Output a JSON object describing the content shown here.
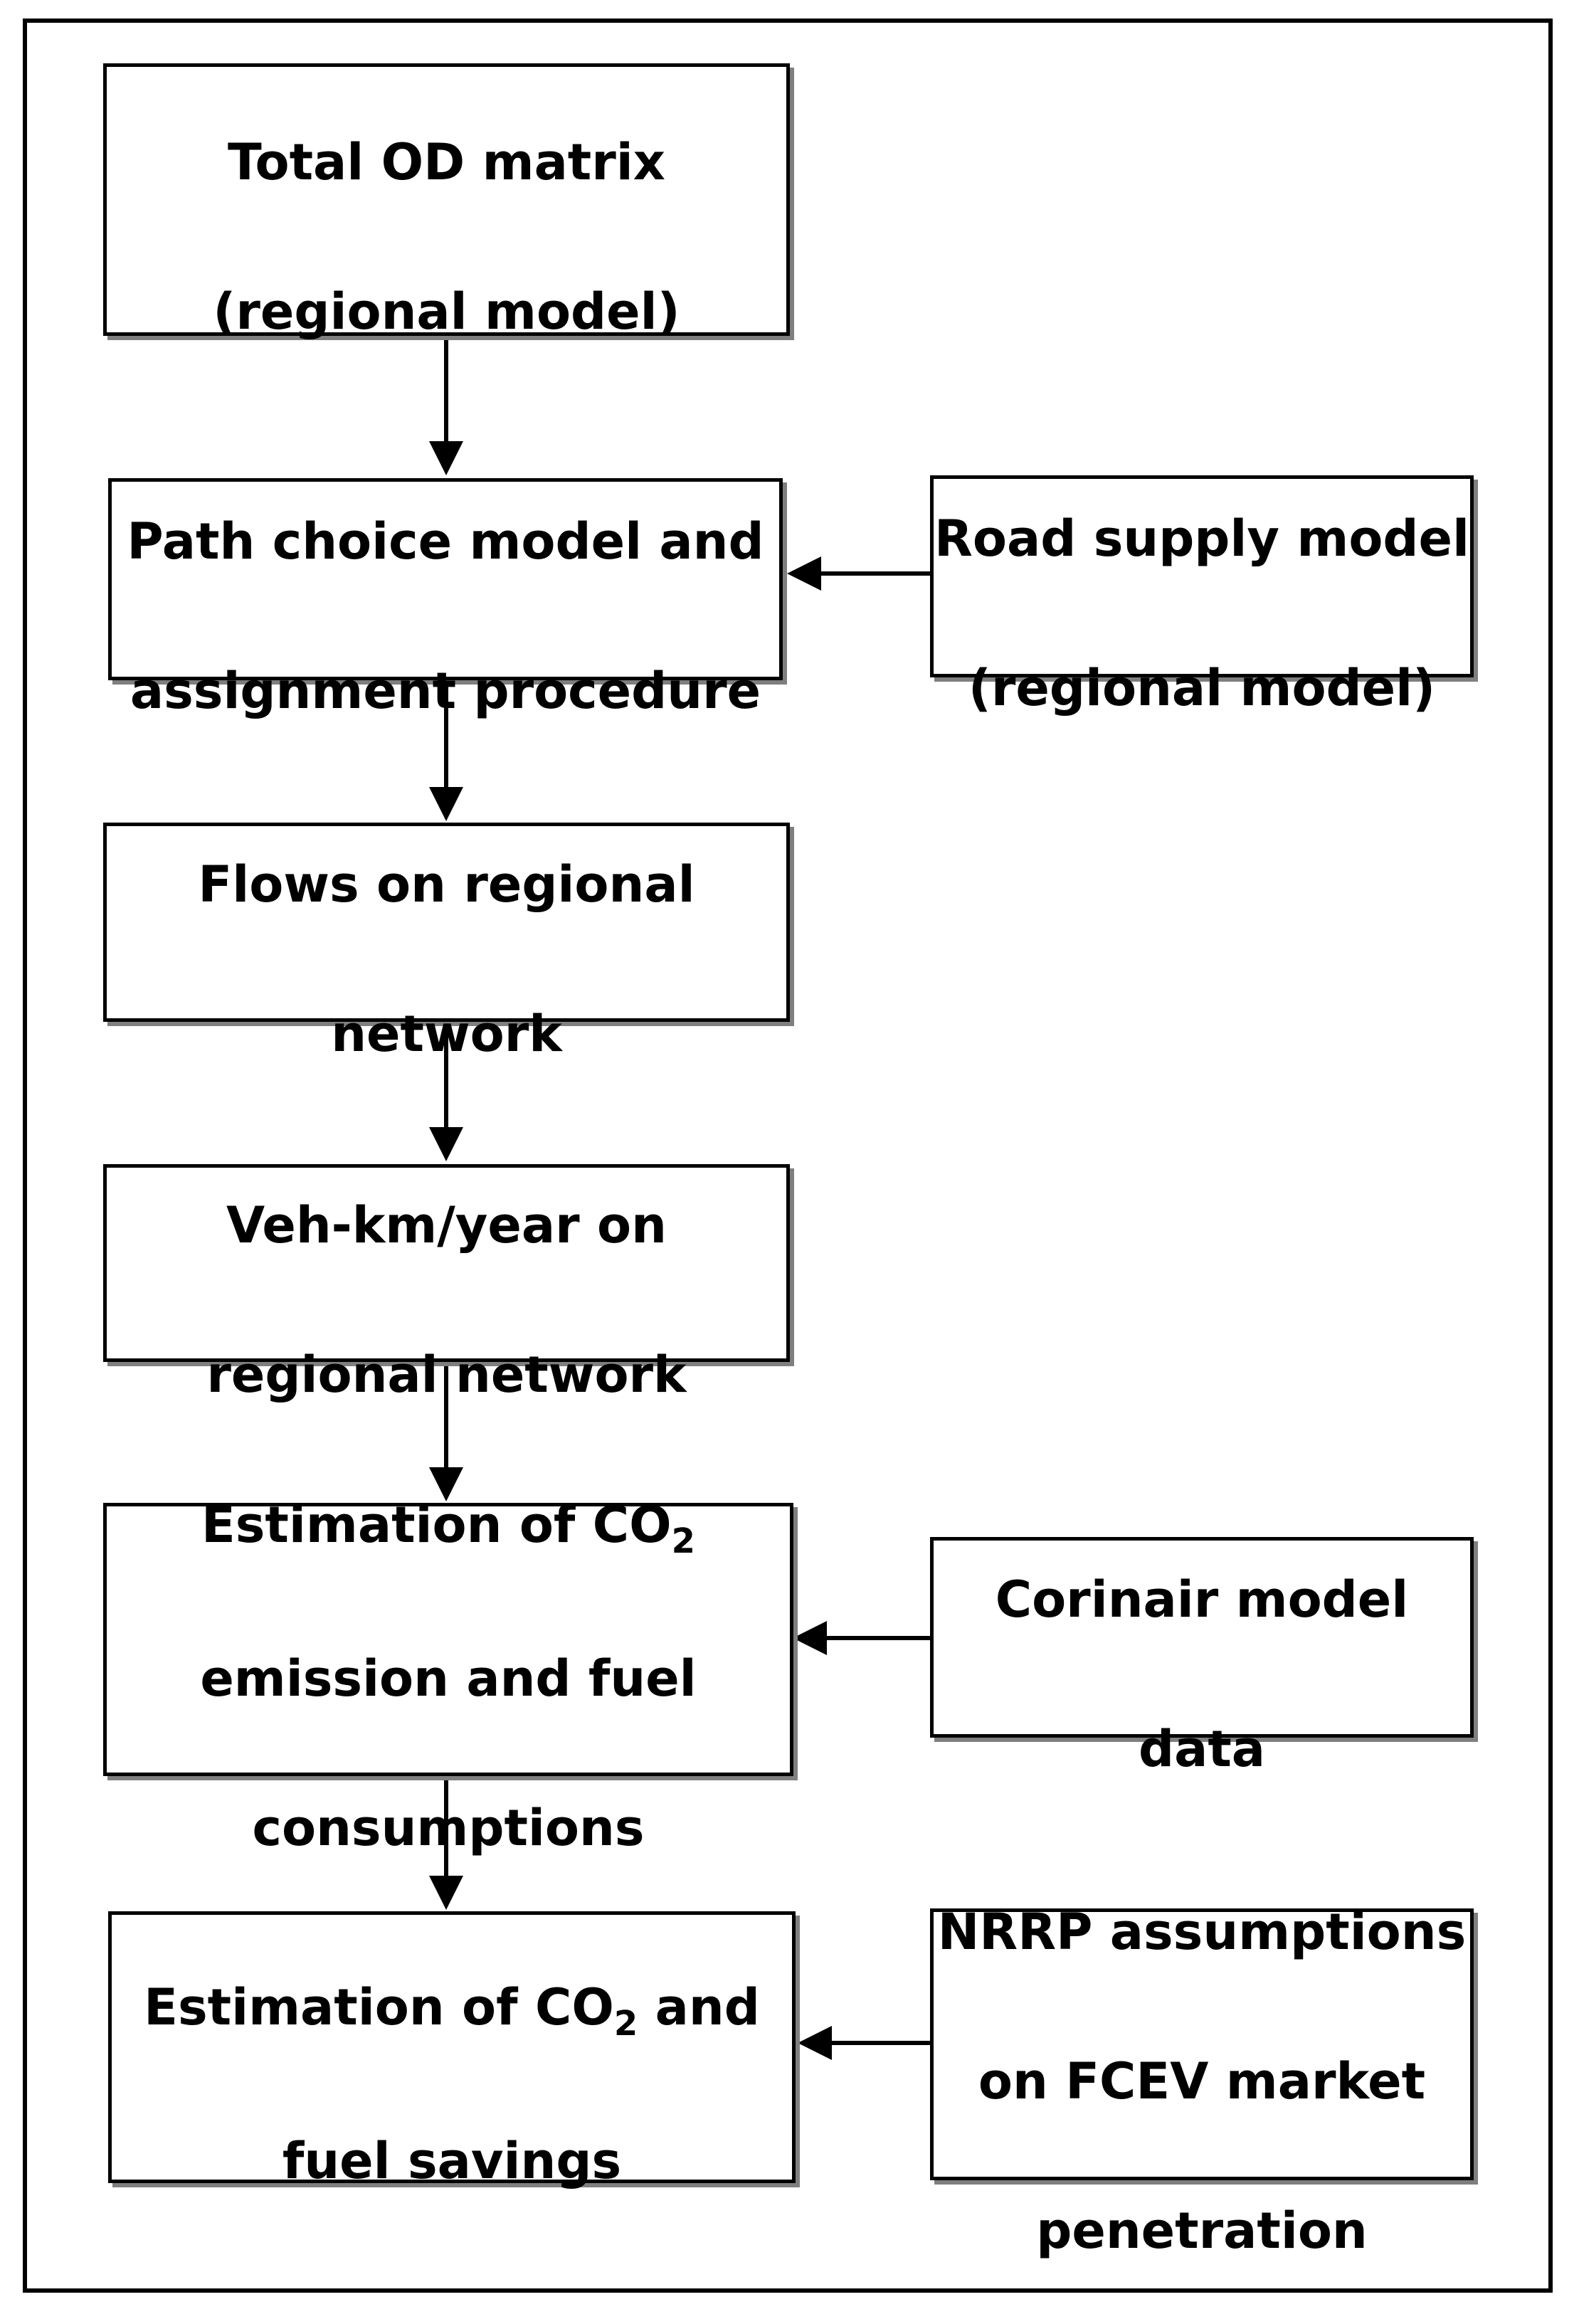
{
  "boxes": {
    "total_od": {
      "line1": "Total OD matrix",
      "line2": "(regional model)"
    },
    "path_choice": {
      "line1": "Path choice model and",
      "line2": "assignment procedure"
    },
    "road_supply": {
      "line1": "Road supply model",
      "line2": "(regional model)"
    },
    "flows": {
      "line1": "Flows on regional",
      "line2": "network"
    },
    "veh_km": {
      "line1": "Veh-km/year on",
      "line2": "regional network"
    },
    "estimation_co2": {
      "line1_prefix": "Estimation of CO",
      "line1_sub": "2",
      "line2": "emission and fuel",
      "line3": "consumptions"
    },
    "corinair": {
      "line1": "Corinair model",
      "line2": "data"
    },
    "estimation_savings": {
      "line1_prefix": "Estimation of CO",
      "line1_sub": "2",
      "line1_suffix": " and",
      "line2": "fuel savings"
    },
    "nrrp": {
      "line1": "NRRP assumptions",
      "line2": "on FCEV market",
      "line3": "penetration"
    }
  }
}
